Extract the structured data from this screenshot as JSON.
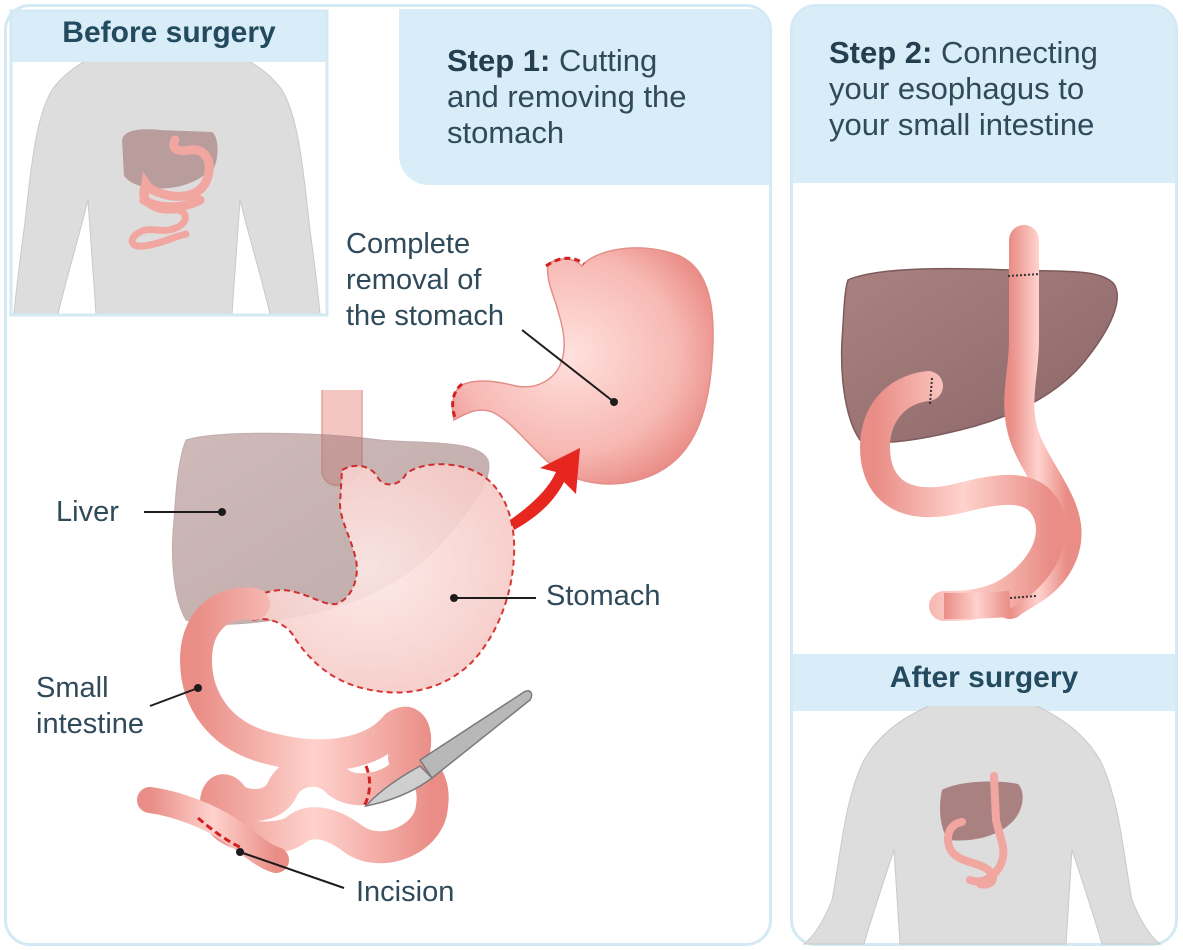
{
  "before": {
    "title": "Before surgery"
  },
  "after": {
    "title": "After surgery"
  },
  "step1": {
    "prefix": "Step 1:",
    "line1": "Cutting",
    "line2": "and removing the",
    "line3": "stomach"
  },
  "step2": {
    "prefix": "Step 2:",
    "line1": "Connecting",
    "line2": "your esophagus to",
    "line3": "your small intestine"
  },
  "labels": {
    "complete_removal_1": "Complete",
    "complete_removal_2": "removal of",
    "complete_removal_3": "the stomach",
    "liver": "Liver",
    "stomach": "Stomach",
    "small_intestine_1": "Small",
    "small_intestine_2": "intestine",
    "incision": "Incision"
  },
  "colors": {
    "panel_border": "#d3e9f4",
    "header_fill": "#d8edf8",
    "text": "#2f4a5a",
    "body_silhouette": "#dcdcdc",
    "liver": "#9f7b7b",
    "intestine": "#f2a6a0",
    "stomach": "#f6b4b0",
    "cut_line": "#d32020",
    "arrow": "#e6261f"
  }
}
